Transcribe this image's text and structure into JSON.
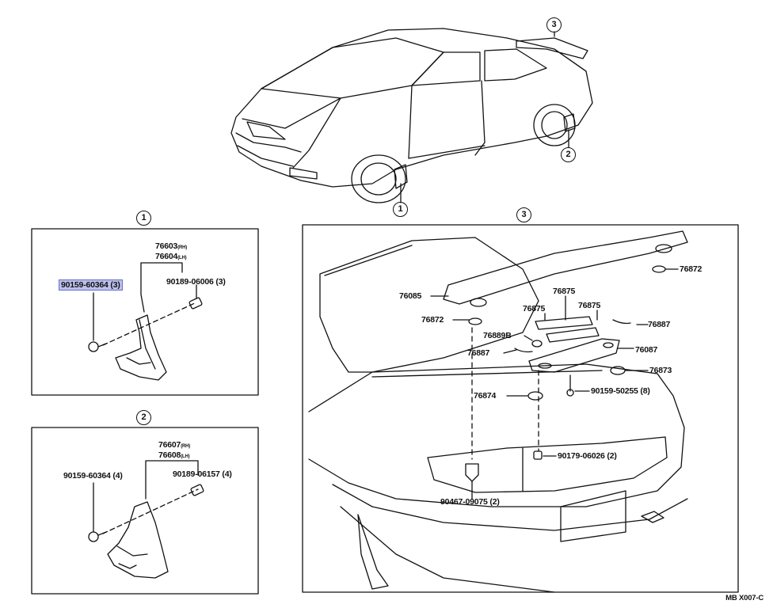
{
  "diagram": {
    "reference_code": "MB X007-C",
    "callouts": {
      "car_front_flap": "1",
      "car_rear_flap": "2",
      "car_spoiler": "3",
      "panel1": "1",
      "panel2": "2",
      "panel3": "3"
    },
    "panel1": {
      "part_rh": "76603",
      "part_rh_side": "(RH)",
      "part_lh": "76604",
      "part_lh_side": "(LH)",
      "screw": "90159-60364 (3)",
      "clip": "90189-06006 (3)"
    },
    "panel2": {
      "part_rh": "76607",
      "part_rh_side": "(RH)",
      "part_lh": "76608",
      "part_lh_side": "(LH)",
      "screw": "90159-60364 (4)",
      "clip": "90189-06157 (4)"
    },
    "panel3": {
      "p76872_right": "76872",
      "p76085": "76085",
      "p76875_top": "76875",
      "p76875_left": "76875",
      "p76875_right": "76875",
      "p76872_left": "76872",
      "p76887_right": "76887",
      "p76889b": "76889B",
      "p76087": "76087",
      "p76887_left": "76887",
      "p76873": "76873",
      "p90159_50255": "90159-50255 (8)",
      "p76874": "76874",
      "p90179": "90179-06026 (2)",
      "p90467": "90467-09075 (2)"
    }
  }
}
